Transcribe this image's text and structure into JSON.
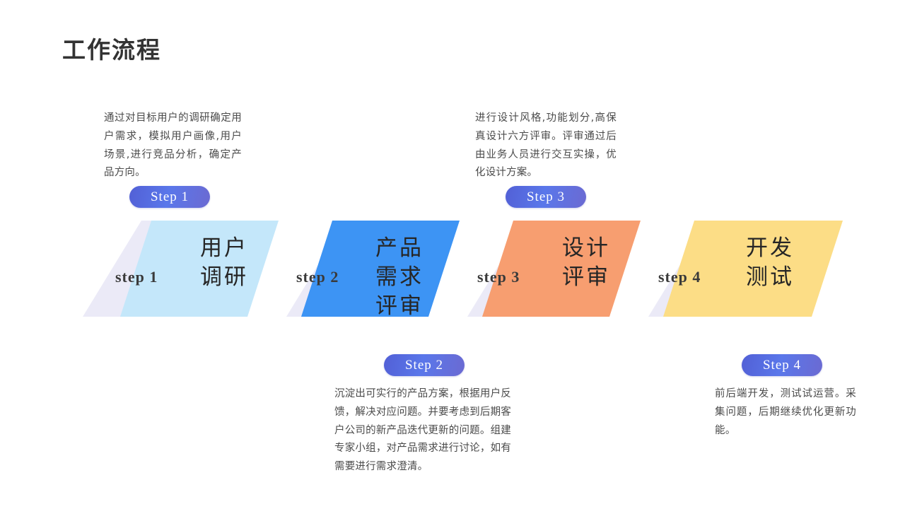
{
  "page": {
    "title": "工作流程",
    "background": "#ffffff"
  },
  "palette": {
    "lavender": "#ebeaf7",
    "light_blue": "#c4e7fa",
    "bright_blue": "#3d94f4",
    "orange": "#f79e70",
    "yellow": "#fcdd86",
    "pill_gradient_start": "#5260d6",
    "pill_gradient_end": "#6b6ad2",
    "title_color": "#333333",
    "body_text_color": "#4a4a4a"
  },
  "steps": [
    {
      "band_label": "step 1",
      "shape_title": "用户\n调研",
      "pill_label": "Step 1",
      "pill_position": "above",
      "shape_color": "#c4e7fa",
      "description": " 通过对目标用户的调研确定用户需求，模拟用户画像,用户场景,进行竞品分析，确定产品方向。"
    },
    {
      "band_label": "step 2",
      "shape_title": "产品\n需求\n评审",
      "pill_label": "Step 2",
      "pill_position": "below",
      "shape_color": "#3d94f4",
      "description": "沉淀出可实行的产品方案，根据用户反馈，解决对应问题。并要考虑到后期客户公司的新产品迭代更新的问题。组建专家小组，对产品需求进行讨论，如有需要进行需求澄清。"
    },
    {
      "band_label": "step 3",
      "shape_title": "设计\n评审",
      "pill_label": "Step 3",
      "pill_position": "above",
      "shape_color": "#f79e70",
      "description": "进行设计风格,功能划分,高保真设计六方评审。评审通过后由业务人员进行交互实操，优化设计方案。"
    },
    {
      "band_label": "step 4",
      "shape_title": "开发\n测试",
      "pill_label": "Step 4",
      "pill_position": "below",
      "shape_color": "#fcdd86",
      "description": "前后端开发，测试试运营。采集问题，后期继续优化更新功能。"
    }
  ]
}
